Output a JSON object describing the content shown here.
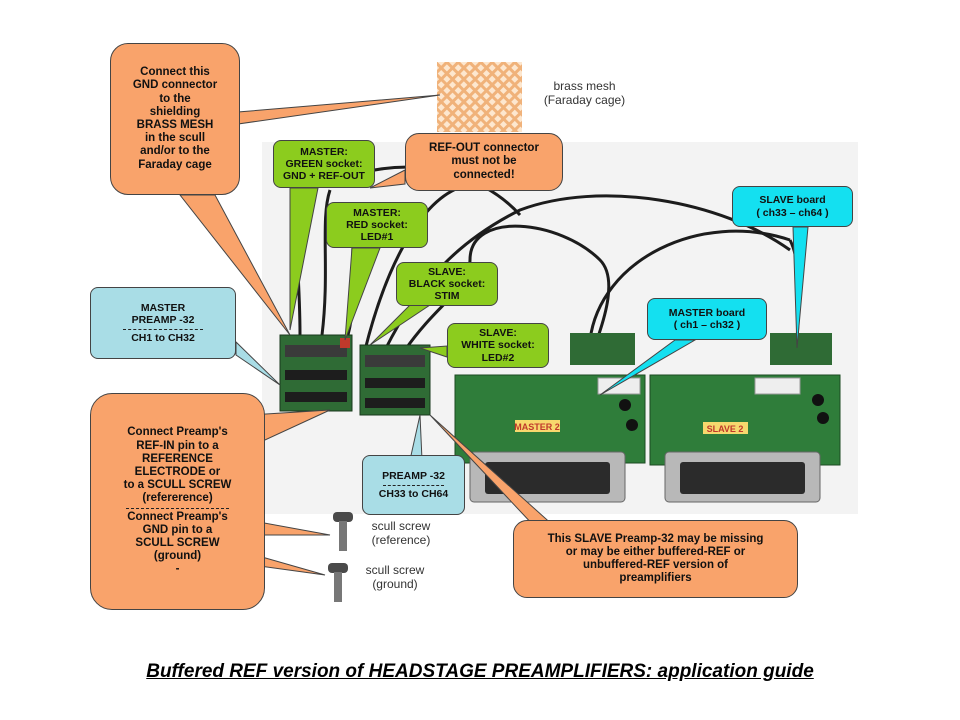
{
  "brass_mesh_label": "brass mesh\n(Faraday cage)",
  "callouts": {
    "gnd_connector": "Connect this\nGND connector\nto the\nshielding\nBRASS MESH\nin the scull\nand/or to the\nFaraday cage",
    "master_green": "MASTER:\nGREEN socket:\nGND + REF-OUT",
    "ref_out": "REF-OUT connector\nmust not be\nconnected!",
    "master_red": "MASTER:\nRED socket:\nLED#1",
    "slave_black": "SLAVE:\nBLACK socket:\nSTIM",
    "slave_white": "SLAVE:\nWHITE socket:\nLED#2",
    "slave_board": "SLAVE board\n( ch33 – ch64 )",
    "master_board": "MASTER board\n( ch1 – ch32 )",
    "master_preamp_top": "MASTER\nPREAMP -32",
    "master_preamp_bottom": "CH1 to CH32",
    "preamp_slave_top": "PREAMP -32",
    "preamp_slave_bottom": "CH33 to CH64",
    "connect_ref_top": "Connect Preamp's\nREF-IN pin to a\nREFERENCE\nELECTRODE or\nto a SCULL SCREW\n(refererence)",
    "connect_ref_bottom": "Connect Preamp's\nGND pin to a\nSCULL SCREW\n(ground)\n-",
    "slave_missing": "This SLAVE Preamp-32 may be missing\nor may be either buffered-REF or\nunbuffered-REF version of\npreamplifiers"
  },
  "screw_labels": {
    "reference": "scull screw\n(reference)",
    "ground": "scull screw\n(ground)"
  },
  "board_labels": {
    "master": "MASTER 2",
    "slave": "SLAVE 2"
  },
  "caption": "Buffered REF version of HEADSTAGE PREAMPLIFIERS: application guide",
  "colors": {
    "orange": "#f9a36b",
    "green": "#8ccc1e",
    "cyan": "#14e0f0",
    "light_blue": "#a9dde6",
    "pcb_green": "#2f7d3a"
  }
}
